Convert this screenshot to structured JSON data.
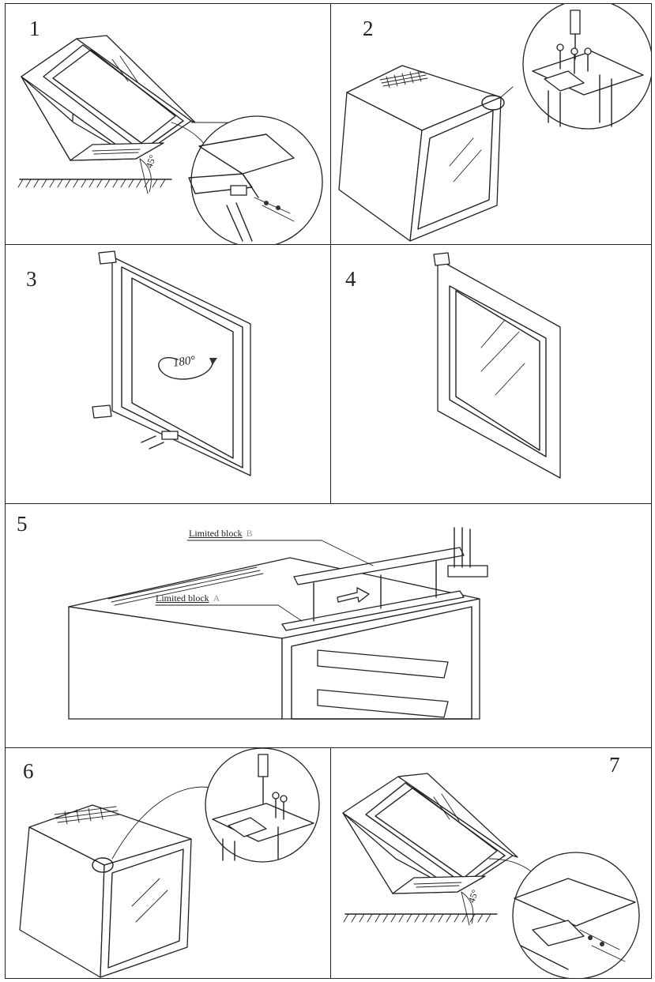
{
  "steps": [
    {
      "number": "1",
      "angle_label": "45°"
    },
    {
      "number": "2"
    },
    {
      "number": "3",
      "rotation_label": "180°"
    },
    {
      "number": "4"
    },
    {
      "number": "5",
      "label_b": "Limited block",
      "label_b_letter": "B",
      "label_a": "Limited block",
      "label_a_letter": "A"
    },
    {
      "number": "6"
    },
    {
      "number": "7",
      "angle_label": "45°"
    }
  ],
  "colors": {
    "line": "#222222",
    "paper": "#ffffff",
    "letter_gray": "#999999"
  }
}
